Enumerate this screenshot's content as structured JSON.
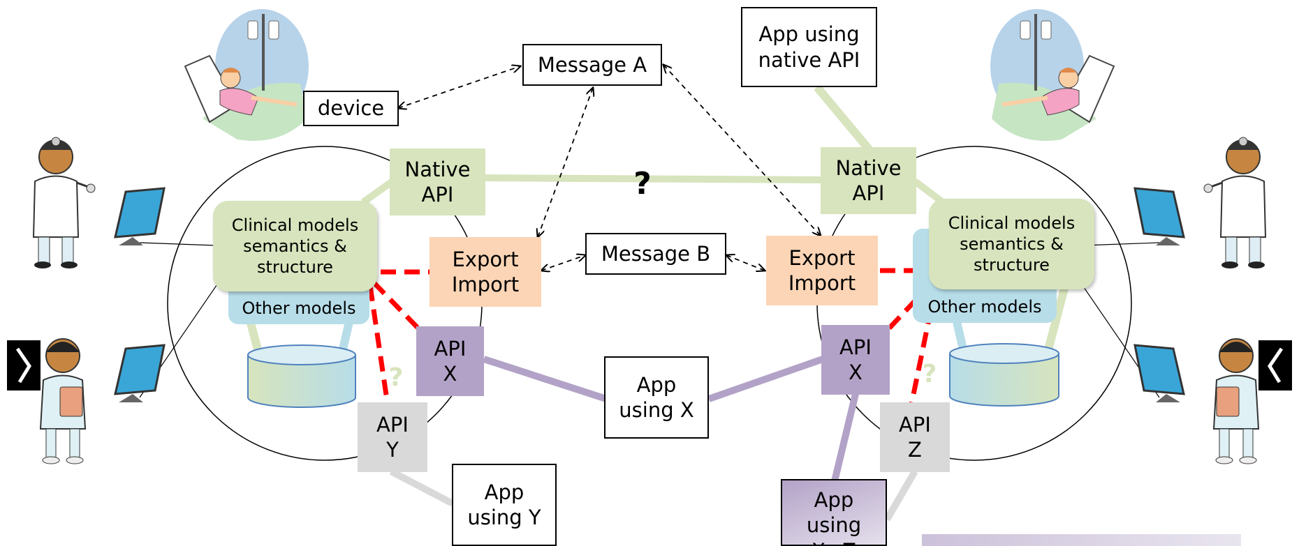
{
  "left": {
    "native_api": "Native\nAPI",
    "clinical_models": "Clinical models\nsemantics &\nstructure",
    "other_models": "Other models",
    "export_import": "Export\nImport",
    "api_x": "API\nX",
    "api_y": "API\nY",
    "question_mark": "?"
  },
  "right": {
    "native_api": "Native\nAPI",
    "clinical_models": "Clinical models\nsemantics &\nstructure",
    "other_models": "Other models",
    "export_import": "Export\nImport",
    "api_x": "API\nX",
    "api_z": "API\nZ",
    "question_mark": "?"
  },
  "center": {
    "device": "device",
    "message_a": "Message A",
    "message_b": "Message B",
    "app_native": "App using\nnative API",
    "app_x": "App\nusing X",
    "app_y": "App\nusing Y",
    "app_xz": "App\nusing\nX+Z",
    "native_question": "?"
  },
  "colors": {
    "green": "#d7e4bd",
    "green_line": "#d7e4bd",
    "peach": "#fbd5b5",
    "purple": "#b3a2c7",
    "grey": "#d9d9d9",
    "blue": "#b7dde8",
    "red_dash": "#ff0000"
  },
  "icons": [
    "patient-in-bed-icon",
    "doctor-icon",
    "nurse-with-xray-icon",
    "monitor-icon",
    "database-cylinder-icon"
  ]
}
